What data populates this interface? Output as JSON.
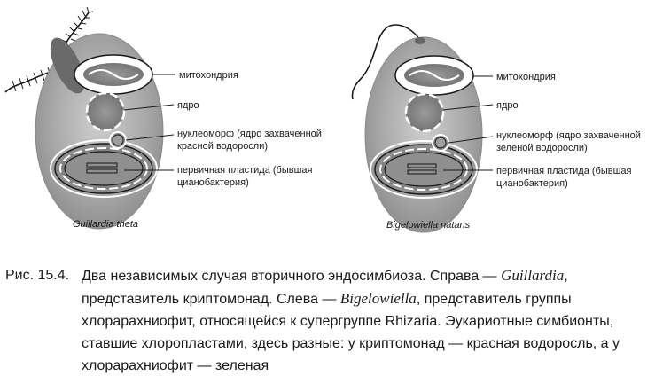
{
  "figure": {
    "left_cell": {
      "species": "Guillardia theta",
      "labels": {
        "mitochondrion": "митохондрия",
        "nucleus": "ядро",
        "nucleomorph_line1": "нуклеоморф (ядро захваченной",
        "nucleomorph_line2": "красной водоросли)",
        "plastid_line1": "первичная пластида (бывшая",
        "plastid_line2": "цианобактерия)"
      }
    },
    "right_cell": {
      "species": "Bigelowiella natans",
      "labels": {
        "mitochondrion": "митохондрия",
        "nucleus": "ядро",
        "nucleomorph_line1": "нуклеоморф (ядро захваченной",
        "nucleomorph_line2": "зеленой водоросли)",
        "plastid_line1": "первичная пластида (бывшая",
        "plastid_line2": "цианобактерия)"
      }
    }
  },
  "caption": {
    "number": "Рис. 15.4.",
    "part1": "Два независимых случая вторичного эндосимбиоза. Справа — ",
    "genus1": "Guillardia",
    "part2": ", представитель криптомонад. Слева — ",
    "genus2": "Bigelowiella",
    "part3": ", представитель группы хлорарахниофит, относящейся к супергруппе Rhizaria. Эукариотные симбионты, ставшие хлоропластами, здесь разные: у криптомонад — красная водоросль, а у хлорарахниофит — зеленая"
  }
}
